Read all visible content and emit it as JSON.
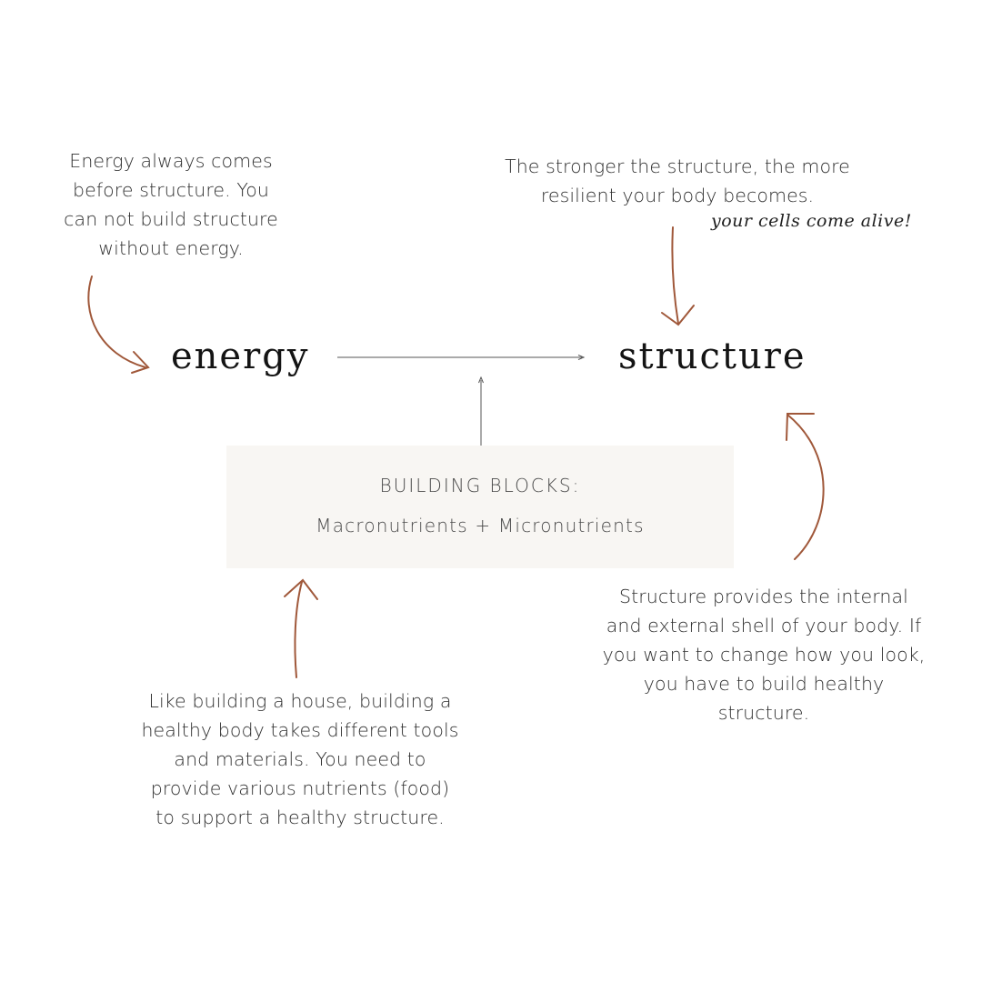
{
  "notes": {
    "energy_first": [
      "Energy always comes",
      "before structure. You",
      "can not build structure",
      "without energy."
    ],
    "stronger": [
      "The stronger the structure, the more",
      "resilient your body becomes."
    ],
    "script_tagline": "your cells come alive!",
    "structure_shell": [
      "Structure provides the internal",
      "and external shell of your body. If",
      "you want to change how you look,",
      "you have to build healthy",
      "structure."
    ],
    "house": [
      "Like building a house, building a",
      "healthy body takes different tools",
      "and materials. You need to",
      "provide various nutrients (food)",
      "to support a healthy structure."
    ]
  },
  "keywords": {
    "energy": "energy",
    "structure": "structure"
  },
  "building_blocks": {
    "title": "BUILDING BLOCKS:",
    "subtitle": "Macronutrients + Micronutrients"
  },
  "colors": {
    "accent_arrow": "#a0583a",
    "line": "#555555",
    "box_bg": "#f8f6f3"
  }
}
